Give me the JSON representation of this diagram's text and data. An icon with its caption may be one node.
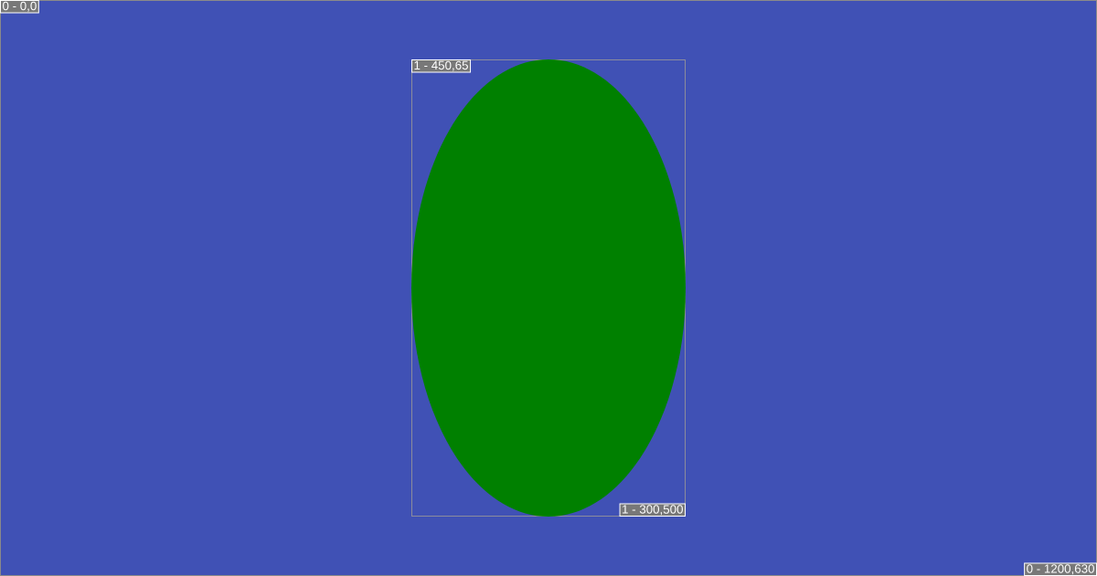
{
  "diagram": {
    "nodes": [
      {
        "text": [
          "0 - 0,0"
        ]
      },
      {
        "text": [
          "1 - 450,65"
        ]
      },
      {
        "text": [],
        "shape": "ellipse"
      },
      {
        "text": [
          "1 - 300,500"
        ]
      },
      {
        "text": [
          "0 - 1200,630"
        ]
      }
    ]
  }
}
